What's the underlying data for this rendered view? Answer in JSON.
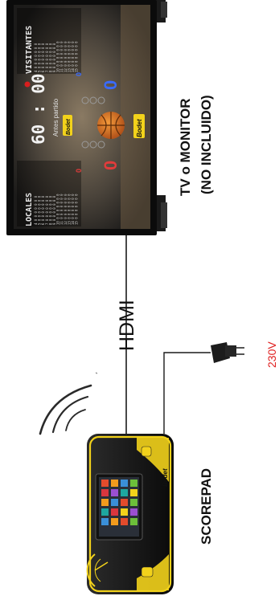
{
  "diagram": {
    "monitor_label_line1": "TV o MONITOR",
    "monitor_label_line2": "(NO INCLUIDO)",
    "hdmi_label": "HDMI",
    "power_label": "230V",
    "device_label": "SCOREPAD",
    "power_color": "#e02020",
    "accent_color": "#f2d21b"
  },
  "scoreboard": {
    "home_title": "LOCALES",
    "away_title": "VISITANTES",
    "clock": "60 : 00",
    "period_text": "Antes partido",
    "home_score": "0",
    "away_score": "0",
    "home_fouls": "0",
    "away_fouls": "0",
    "brand": "Bodet",
    "player_numbers": [
      "4",
      "5",
      "6",
      "7",
      "8",
      "9",
      "10",
      "11",
      "12",
      "13",
      "14",
      "15"
    ]
  },
  "scorepad": {
    "brand": "Bodet"
  }
}
